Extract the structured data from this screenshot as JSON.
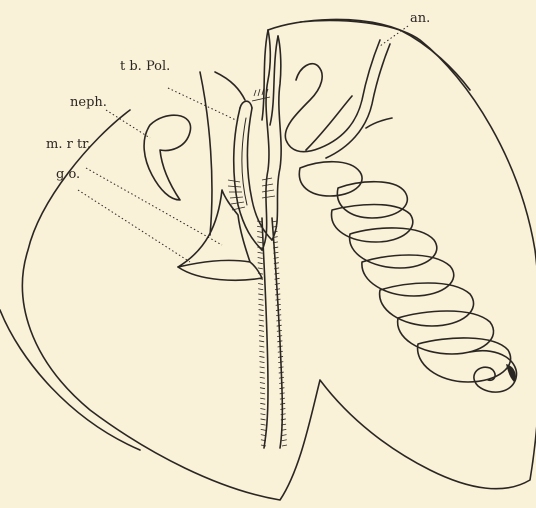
{
  "figure": {
    "labels": {
      "an": "an.",
      "tb_pol": "t b. Pol.",
      "neph": "neph.",
      "m_rtr": "m. r tr.",
      "go": "g o."
    }
  },
  "colors": {
    "paper": "#faf1d9",
    "ink": "#2a2622"
  }
}
